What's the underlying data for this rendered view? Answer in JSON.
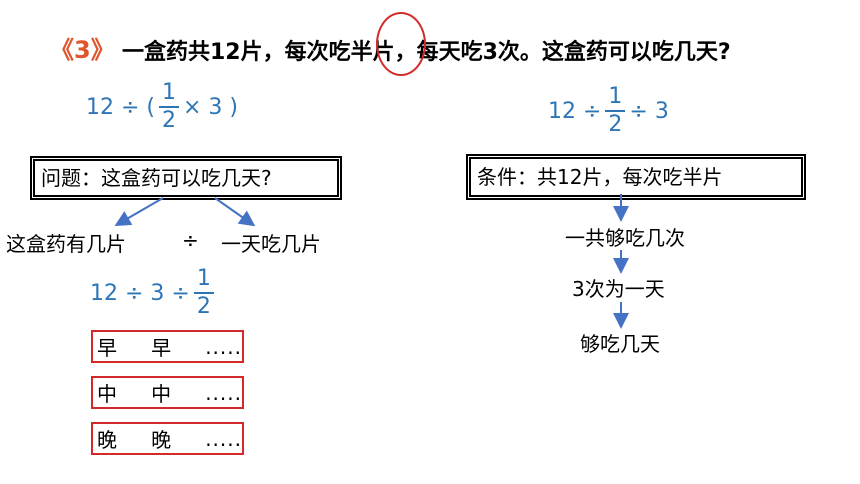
{
  "colors": {
    "accent_blue": "#2e75b6",
    "mark_red": "#d22a2a",
    "number_orange": "#e0552b"
  },
  "header": {
    "problem_number": "《3》",
    "problem_text": "一盒药共12片，每次吃半片，每天吃3次。这盒药可以吃几天?"
  },
  "left": {
    "expr_top": {
      "a": "12 ÷ (",
      "num": "1",
      "den": "2",
      "b": "× 3 )"
    },
    "question_box": "问题：这盒药可以吃几天?",
    "part_a": "这盒药有几片",
    "division": "÷",
    "part_b": "一天吃几片",
    "expr_bottom": {
      "a": "12 ÷ 3 ÷",
      "num": "1",
      "den": "2"
    },
    "meals": [
      {
        "c1": "早",
        "c2": "早",
        "c3": "....."
      },
      {
        "c1": "中",
        "c2": "中",
        "c3": "....."
      },
      {
        "c1": "晚",
        "c2": "晚",
        "c3": "....."
      }
    ]
  },
  "right": {
    "expr": {
      "a": "12 ÷",
      "num": "1",
      "den": "2",
      "b": "÷ 3"
    },
    "condition_box": "条件：共12片，每次吃半片",
    "steps": [
      "一共够吃几次",
      "3次为一天",
      "够吃几天"
    ]
  }
}
